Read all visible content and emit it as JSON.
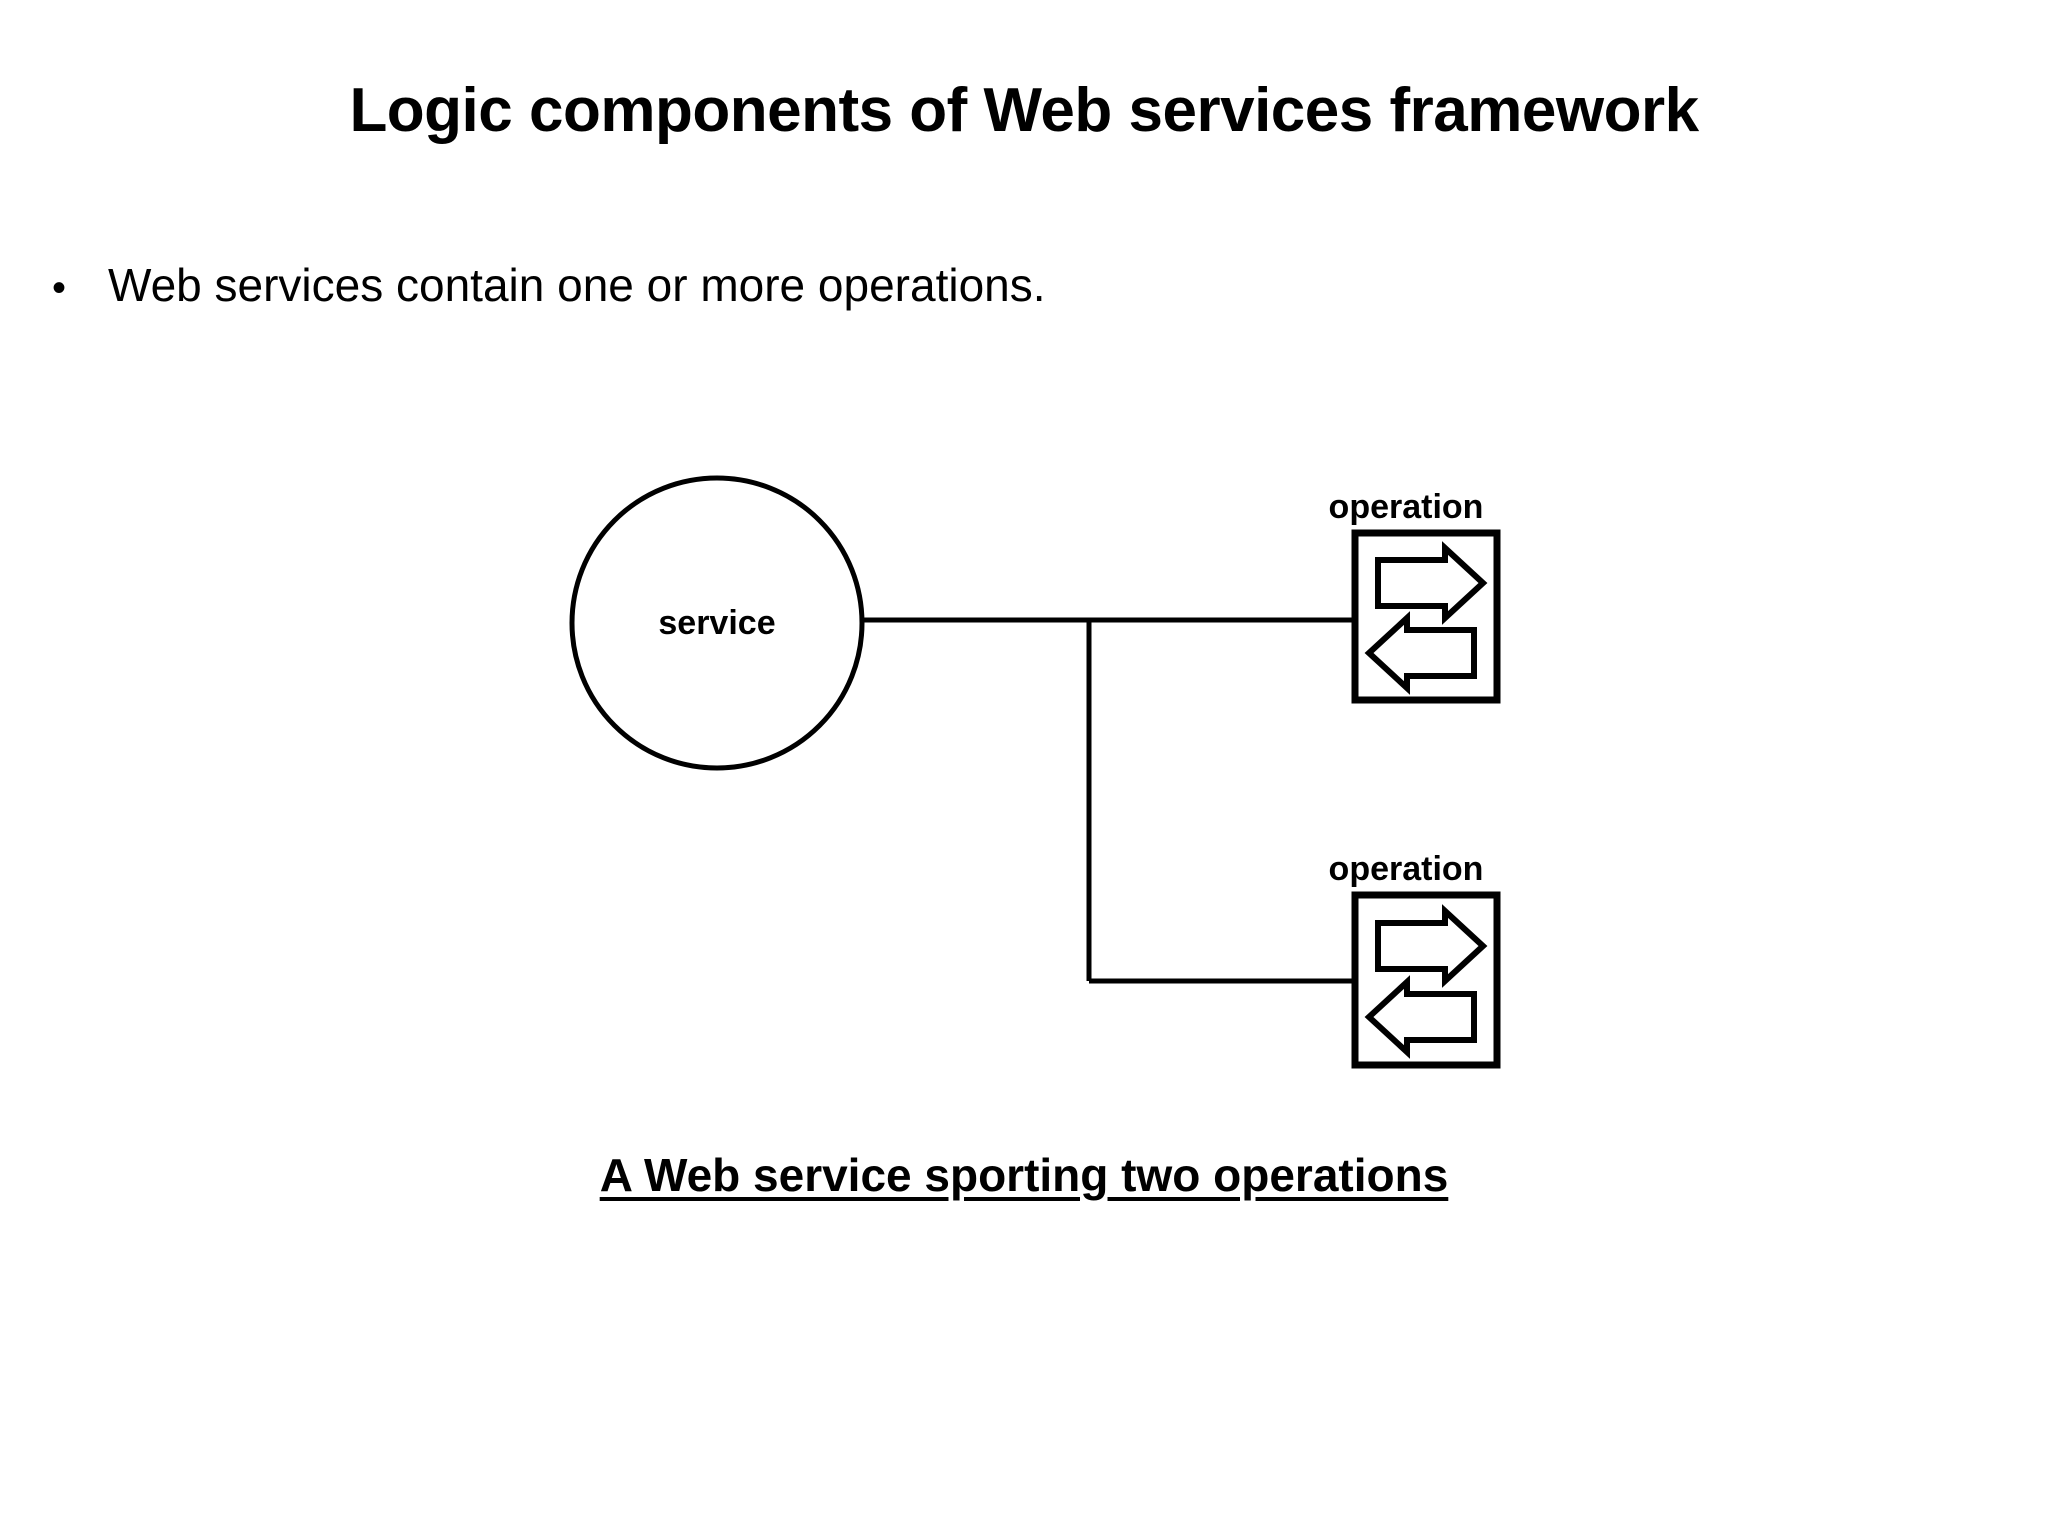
{
  "slide": {
    "title": "Logic components of Web services framework",
    "background_color": "#ffffff",
    "text_color": "#000000"
  },
  "bullets": [
    {
      "marker": "•",
      "text": "Web services contain one or more operations."
    }
  ],
  "diagram": {
    "caption": "A Web service sporting two operations",
    "service_node": {
      "label": "service",
      "shape": "circle"
    },
    "operations": [
      {
        "label": "operation",
        "icon": "exchange-arrows-icon"
      },
      {
        "label": "operation",
        "icon": "exchange-arrows-icon"
      }
    ],
    "stroke_color": "#000000"
  }
}
